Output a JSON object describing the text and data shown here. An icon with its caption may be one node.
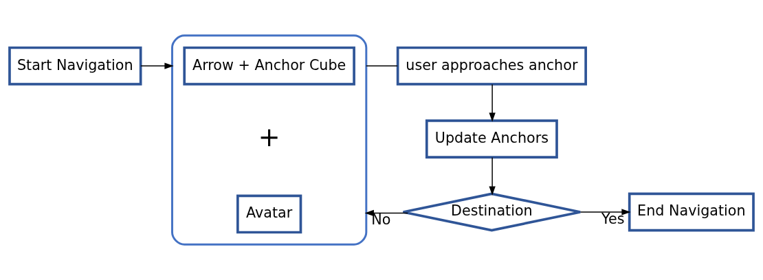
{
  "diagram": {
    "nodes": [
      {
        "text": [
          "Start Navigation"
        ]
      },
      {
        "text": [],
        "shape": "box"
      },
      {
        "text": [
          "Arrow + Anchor Cube"
        ],
        "in": 1
      },
      {
        "text": [
          "Avatar"
        ],
        "in": 1
      },
      {
        "text": [
          "user approaches anchor"
        ]
      },
      {
        "text": [
          "Update Anchors"
        ]
      },
      {
        "text": [
          "Destination"
        ]
      },
      {
        "text": [
          "End Navigation"
        ]
      }
    ],
    "edges": [
      {
        "from": 0,
        "to": 1,
        "arrow": "to"
      },
      {
        "from": 1,
        "to": 4,
        "arrow": "none"
      },
      {
        "from": 4,
        "to": 5,
        "arrow": "to"
      },
      {
        "from": 5,
        "to": 6,
        "arrow": "to"
      },
      {
        "from": 6,
        "to": 1,
        "arrow": "to",
        "label": "No"
      },
      {
        "from": 6,
        "to": 7,
        "arrow": "to",
        "label": "Yes"
      }
    ],
    "labels": [
      "+"
    ]
  }
}
